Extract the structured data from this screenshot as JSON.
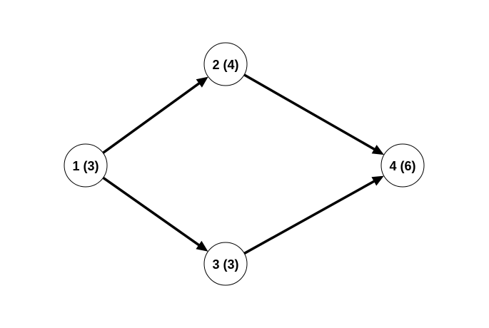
{
  "diagram": {
    "nodes": [
      {
        "id": "1",
        "label": "1 (3)"
      },
      {
        "id": "2",
        "label": "2 (4)"
      },
      {
        "id": "3",
        "label": "3 (3)"
      },
      {
        "id": "4",
        "label": "4 (6)"
      }
    ],
    "edges": [
      {
        "from": "1",
        "to": "2"
      },
      {
        "from": "1",
        "to": "3"
      },
      {
        "from": "2",
        "to": "4"
      },
      {
        "from": "3",
        "to": "4"
      }
    ],
    "colors": {
      "stroke": "#000000",
      "background": "#ffffff"
    }
  }
}
